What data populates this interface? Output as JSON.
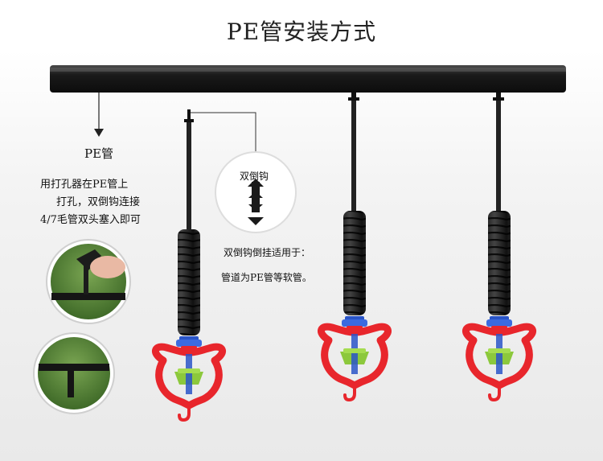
{
  "title": "PE管安装方式",
  "labels": {
    "pe_pipe": "PE管",
    "instructions": [
      "用打孔器在PE管上",
      "打孔，双倒钩连接",
      "4/7毛管双头塞入即可"
    ],
    "double_hook": "双倒钩",
    "applicable": "双倒钩倒挂适用于：",
    "pipe_type": "管道为PE管等软管。"
  },
  "colors": {
    "pipe": "#1c1c1c",
    "sleeve": "#2a2a2a",
    "sprinkler_red": "#e8262c",
    "nozzle_blue": "#2a55c8",
    "rotor_green": "#8cc83c",
    "grass": "#5d8a3a"
  }
}
